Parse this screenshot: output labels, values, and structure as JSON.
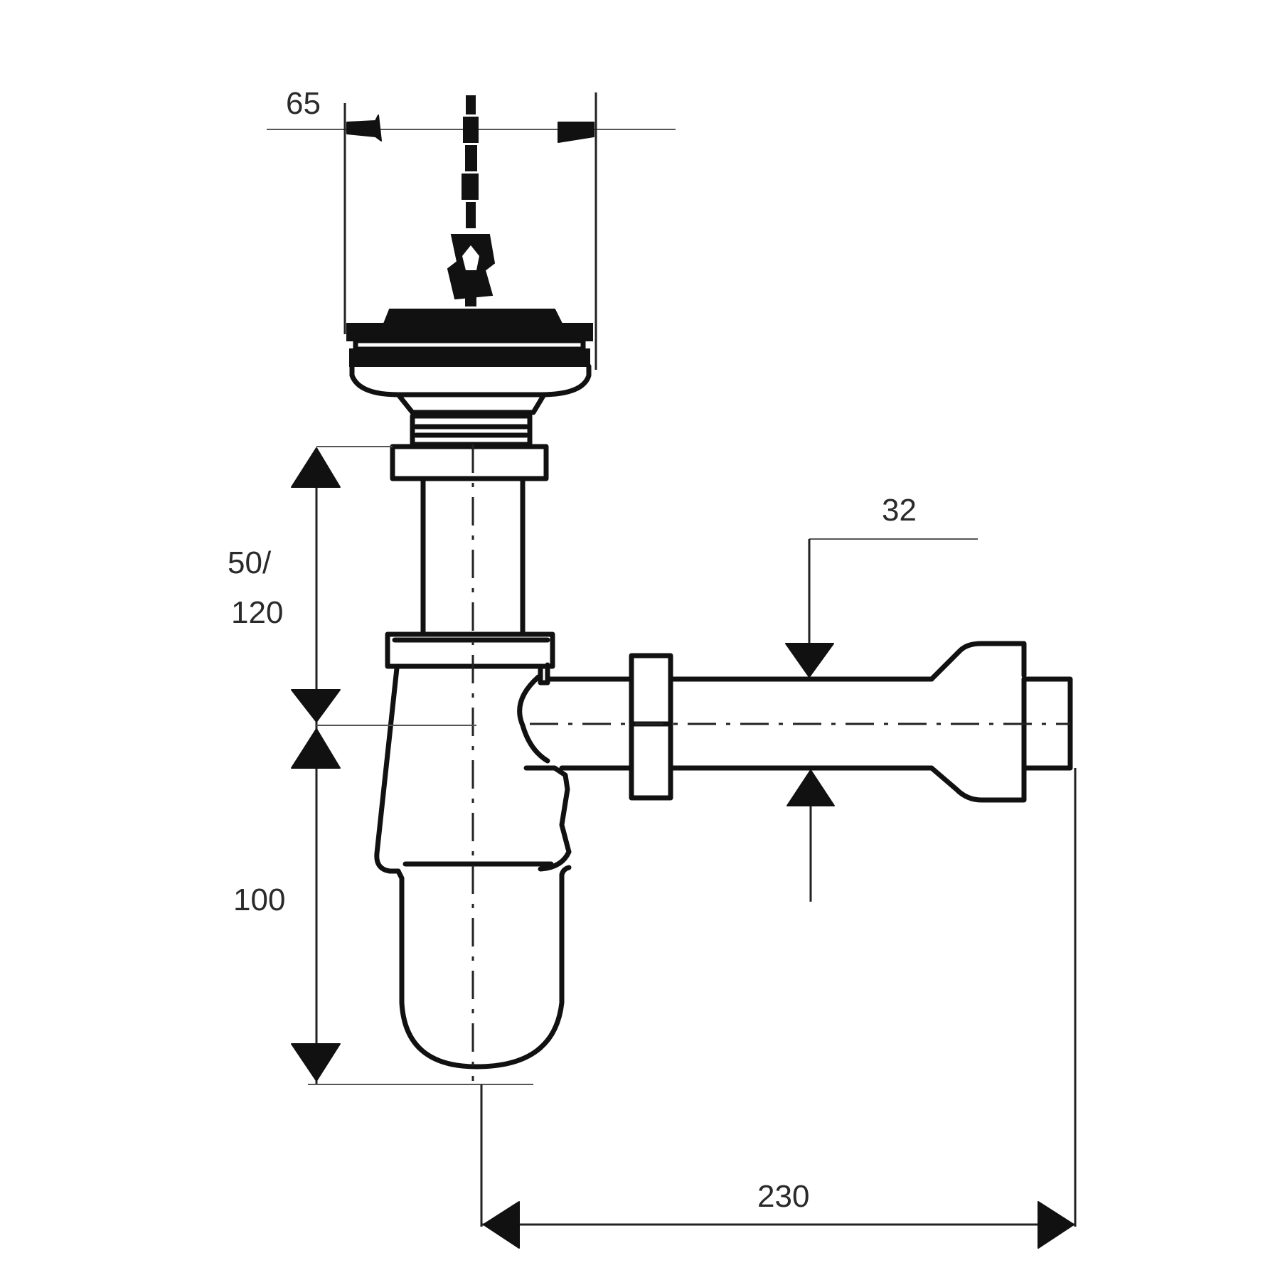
{
  "dimensions": {
    "top_width": "65",
    "upper_height_line1": "50/",
    "upper_height_line2": "120",
    "lower_height": "100",
    "outlet_diameter": "32",
    "horizontal_length": "230"
  },
  "colors": {
    "line": "#111111",
    "background": "#ffffff"
  }
}
